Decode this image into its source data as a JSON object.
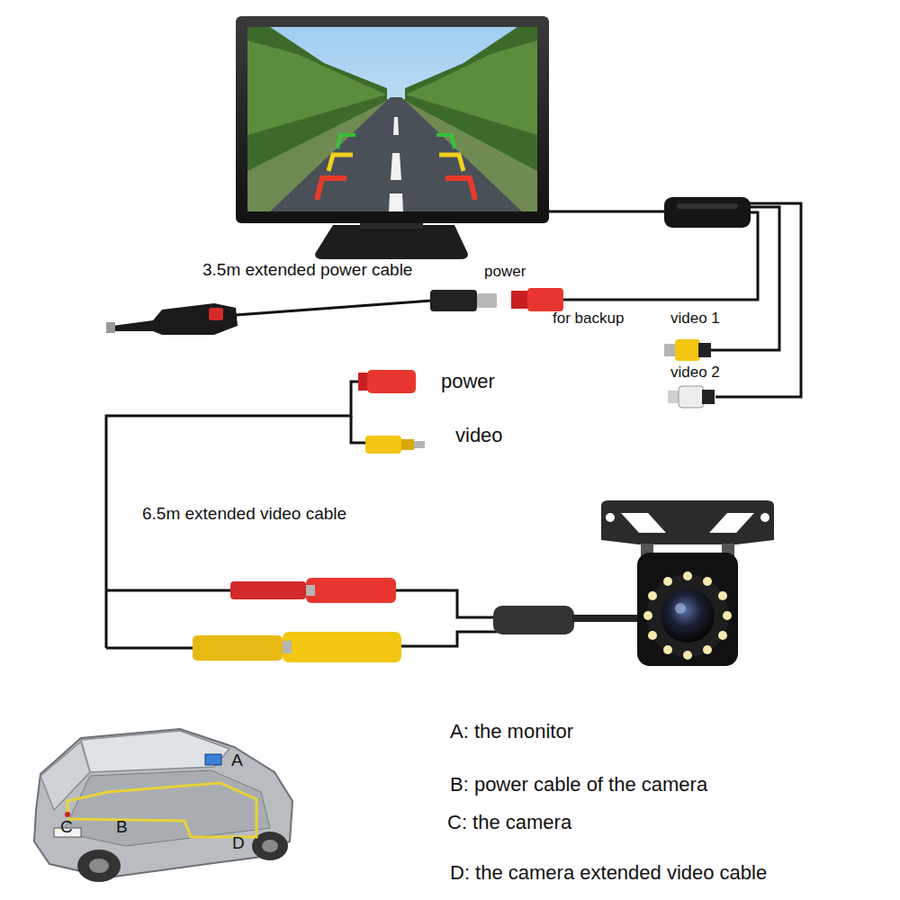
{
  "diagram": {
    "labels": [
      "3.5m extended power cable",
      "power",
      "for backup",
      "video 1",
      "video 2",
      "power",
      "video",
      "6.5m extended video cable",
      "A",
      "C",
      "B",
      "D",
      "A: the monitor",
      "B: power cable of the camera",
      "C: the camera",
      "D: the camera extended video cable"
    ]
  }
}
